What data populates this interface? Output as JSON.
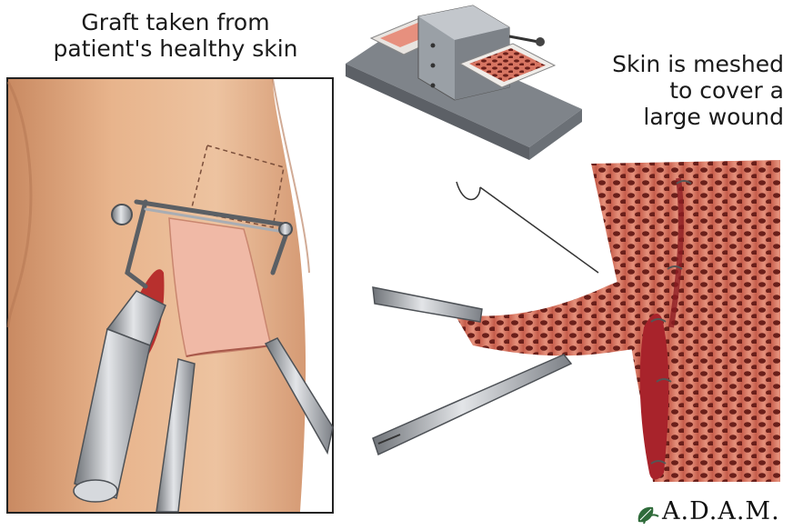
{
  "captions": {
    "graft": [
      "Graft taken from",
      "patient's healthy skin"
    ],
    "mesh": [
      "Skin is meshed",
      "to cover a",
      "large wound"
    ]
  },
  "logo": {
    "text": "A.D.A.M.",
    "icon": "leaf-icon",
    "color": "#2f6b3a"
  },
  "colors": {
    "skin": "#e8b48c",
    "skin_shadow": "#c98a62",
    "graft": "#f0b9a6",
    "mesh": "#d7715e",
    "wound": "#a8232b",
    "steel": "#b9bcc2"
  }
}
